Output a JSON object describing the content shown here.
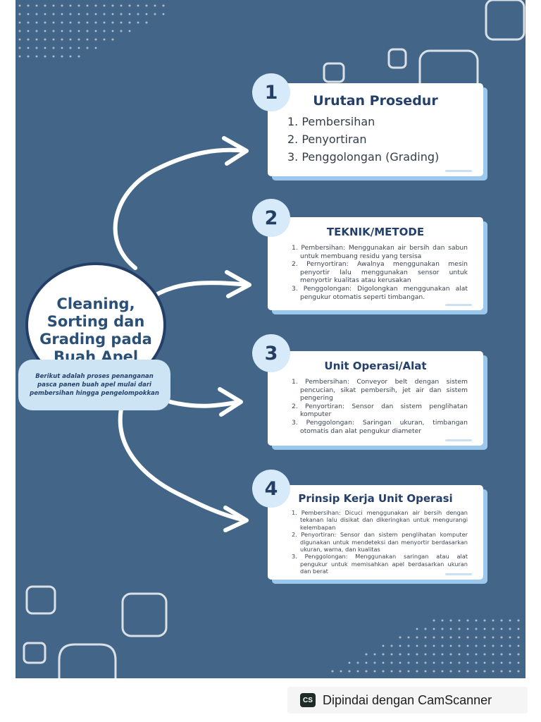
{
  "colors": {
    "background": "#436688",
    "card": "#ffffff",
    "card_shadow": "#9cc8ee",
    "number_circle": "#d7eaf9",
    "title_text": "#24406a",
    "arrow": "#ffffff",
    "dots": "#ffffff"
  },
  "poster": {
    "title": "Cleaning, Sorting dan Grading pada Buah Apel",
    "intro": "Berikut adalah proses penanganan pasca panen buah apel mulai dari pembersihan hingga pengelompokkan"
  },
  "cards": [
    {
      "number": "1",
      "title": "Urutan Prosedur",
      "items": [
        "1. Pembersihan",
        "2. Penyortiran",
        "3. Penggolongan (Grading)"
      ]
    },
    {
      "number": "2",
      "title": "TEKNIK/METODE",
      "items": [
        "1. Pembersihan: Menggunakan air bersih dan sabun untuk membuang residu yang tersisa",
        "2. Pernyortiran: Awalnya menggunakan mesin penyortir lalu menggunakan sensor untuk menyortir kualitas atau kerusakan",
        "3. Penggolongan: Digolongkan menggunakan alat pengukur otomatis seperti timbangan."
      ]
    },
    {
      "number": "3",
      "title": "Unit Operasi/Alat",
      "items": [
        "1. Pembersihan: Conveyor belt dengan sistem pencucian, sikat pembersih, jet air dan sistem pengering",
        "2. Penyortiran: Sensor dan sistem penglihatan komputer",
        "3. Penggolongan: Saringan ukuran, timbangan otomatis dan alat pengukur diameter"
      ]
    },
    {
      "number": "4",
      "title": "Prinsip Kerja Unit Operasi",
      "items": [
        "1. Pembersihan: Dicuci menggunakan air bersih dengan tekanan lalu disikat dan dikeringkan untuk mengurangi kelembapan",
        "2. Penyortiran: Sensor dan sistem penglihatan komputer digunakan untuk mendeteksi dan menyortir berdasarkan ukuran, warna, dan kualitas",
        "3. Penggolongan: Menggunakan saringan atau alat pengukur untuk memisahkan apel berdasarkan ukuran dan berat"
      ]
    }
  ],
  "footer": {
    "logo_text": "CS",
    "text": "Dipindai dengan CamScanner"
  }
}
